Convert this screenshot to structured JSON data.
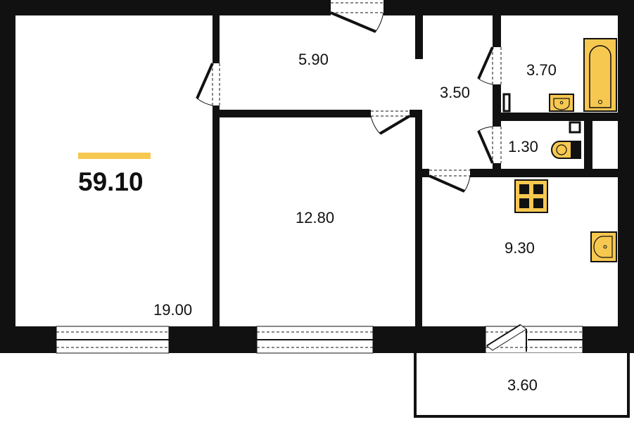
{
  "total_area": "59.10",
  "accent_color": "#F7C850",
  "wall_color": "#111111",
  "rooms": [
    {
      "key": "living_room",
      "area": "19.00"
    },
    {
      "key": "corridor",
      "area": "5.90"
    },
    {
      "key": "hall",
      "area": "3.50"
    },
    {
      "key": "bathroom",
      "area": "3.70"
    },
    {
      "key": "toilet",
      "area": "1.30"
    },
    {
      "key": "bedroom",
      "area": "12.80"
    },
    {
      "key": "kitchen",
      "area": "9.30"
    },
    {
      "key": "balcony",
      "area": "3.60"
    }
  ],
  "fixtures": [
    "bathtub-icon",
    "bathroom-sink-icon",
    "toilet-icon",
    "stove-icon",
    "kitchen-sink-icon"
  ]
}
